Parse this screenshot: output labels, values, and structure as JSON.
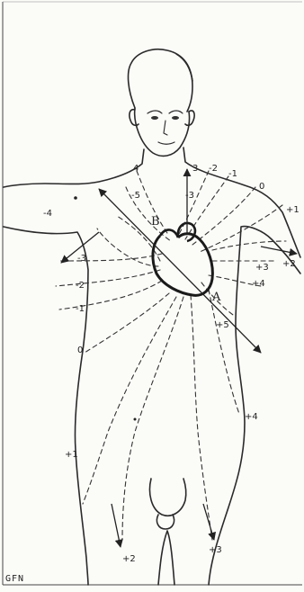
{
  "figure": {
    "labels": [
      {
        "id": "n4",
        "text": "4"
      },
      {
        "id": "n3",
        "text": "3"
      },
      {
        "id": "m2",
        "text": "-2"
      },
      {
        "id": "m1t",
        "text": "-1"
      },
      {
        "id": "z1",
        "text": "0"
      },
      {
        "id": "p1a",
        "text": "+1"
      },
      {
        "id": "m5",
        "text": "-5"
      },
      {
        "id": "m3t",
        "text": "-3"
      },
      {
        "id": "m4",
        "text": "-4"
      },
      {
        "id": "m3",
        "text": "-3"
      },
      {
        "id": "m2l",
        "text": "-2"
      },
      {
        "id": "m1l",
        "text": "-1"
      },
      {
        "id": "z2",
        "text": "0"
      },
      {
        "id": "p1b",
        "text": "+1"
      },
      {
        "id": "p2a",
        "text": "+2"
      },
      {
        "id": "p3a",
        "text": "+3"
      },
      {
        "id": "p4a",
        "text": "+4"
      },
      {
        "id": "p5",
        "text": "+5"
      },
      {
        "id": "p4b",
        "text": "+4"
      },
      {
        "id": "p2b",
        "text": "+2"
      },
      {
        "id": "p3b",
        "text": "+3"
      }
    ],
    "point_a": "A",
    "point_b": "B",
    "signature": "GFN"
  }
}
